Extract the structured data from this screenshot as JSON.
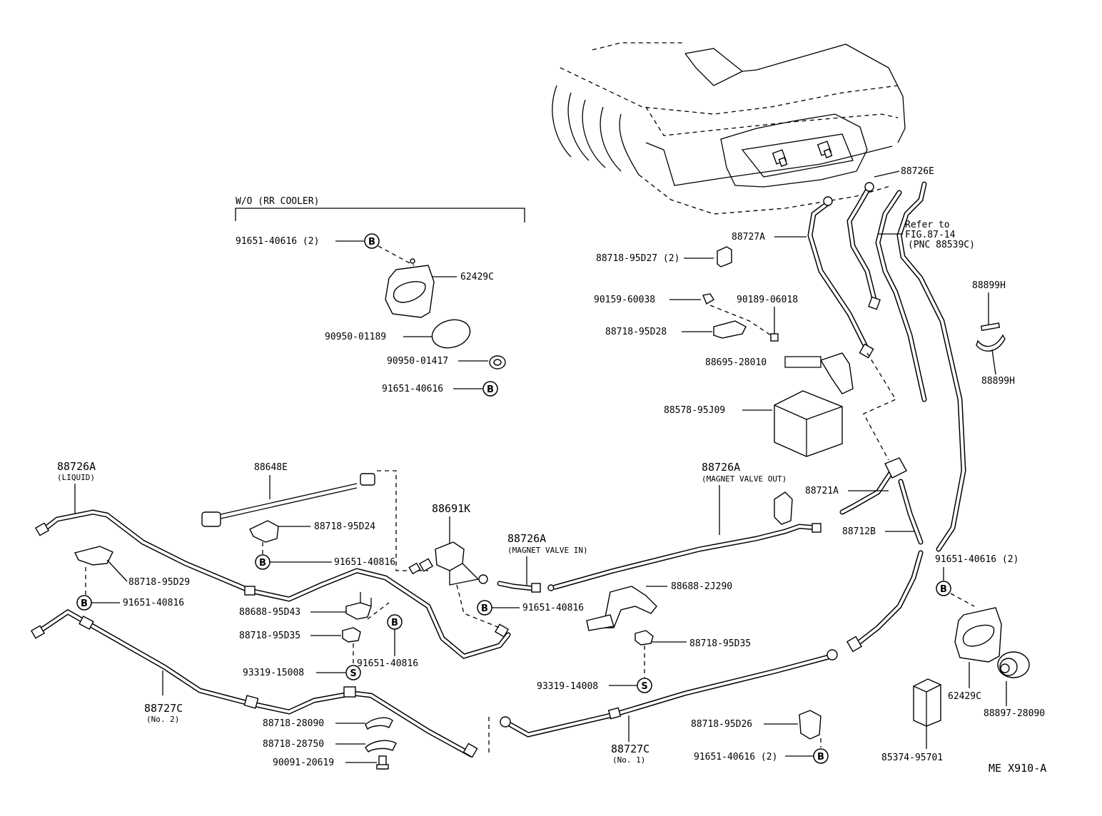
{
  "header": {
    "wo_label": "W/O  (RR COOLER)"
  },
  "labels": {
    "p_91651_40616_2_top": "91651-40616 (2)",
    "p_62429C_top": "62429C",
    "p_90950_01189": "90950-01189",
    "p_90950_01417": "90950-01417",
    "p_91651_40616_mid": "91651-40616",
    "p_88726E": "88726E",
    "p_88727A": "88727A",
    "p_88718_95D27": "88718-95D27 (2)",
    "p_90159_60038": "90159-60038",
    "p_90189_06018": "90189-06018",
    "p_88718_95D28": "88718-95D28",
    "p_88695_28010": "88695-28010",
    "p_88578_95J09": "88578-95J09",
    "refer_line1": "Refer to",
    "refer_line2": "FIG.87-14",
    "refer_line3": "(PNC 88539C)",
    "p_88899H_top": "88899H",
    "p_88899H_bot": "88899H",
    "p_88726A_liquid": "88726A",
    "p_88726A_liquid_sub": "(LIQUID)",
    "p_88648E": "88648E",
    "p_88718_95D24": "88718-95D24",
    "p_91651_40816_a": "91651-40816",
    "p_88718_95D29": "88718-95D29",
    "p_91651_40816_b": "91651-40816",
    "p_88691K": "88691K",
    "p_88726A_in": "88726A",
    "p_88726A_in_sub": "(MAGNET VALVE IN)",
    "p_91651_40816_c": "91651-40816",
    "p_88726A_out": "88726A",
    "p_88726A_out_sub": "(MAGNET VALVE OUT)",
    "p_88721A": "88721A",
    "p_88712B": "88712B",
    "p_91651_40616_2_right": "91651-40616 (2)",
    "p_88688_95D43": "88688-95D43",
    "p_88718_95D35_left": "88718-95D35",
    "p_91651_40816_d": "91651-40816",
    "p_93319_15008": "93319-15008",
    "p_88727C_no2": "88727C",
    "p_88727C_no2_sub": "(No. 2)",
    "p_88688_2J290": "88688-2J290",
    "p_88718_95D35_right": "88718-95D35",
    "p_93319_14008": "93319-14008",
    "p_88718_28090": "88718-28090",
    "p_88718_28750": "88718-28750",
    "p_90091_20619": "90091-20619",
    "p_88727C_no1": "88727C",
    "p_88727C_no1_sub": "(No. 1)",
    "p_88718_95D26": "88718-95D26",
    "p_91651_40616_2_bottom": "91651-40616 (2)",
    "p_62429C_right": "62429C",
    "p_88897_28090": "88897-28090",
    "p_85374_95701": "85374-95701",
    "figure_code": "ME  X910-A"
  },
  "callout_symbols": {
    "b": "B",
    "s": "S"
  }
}
